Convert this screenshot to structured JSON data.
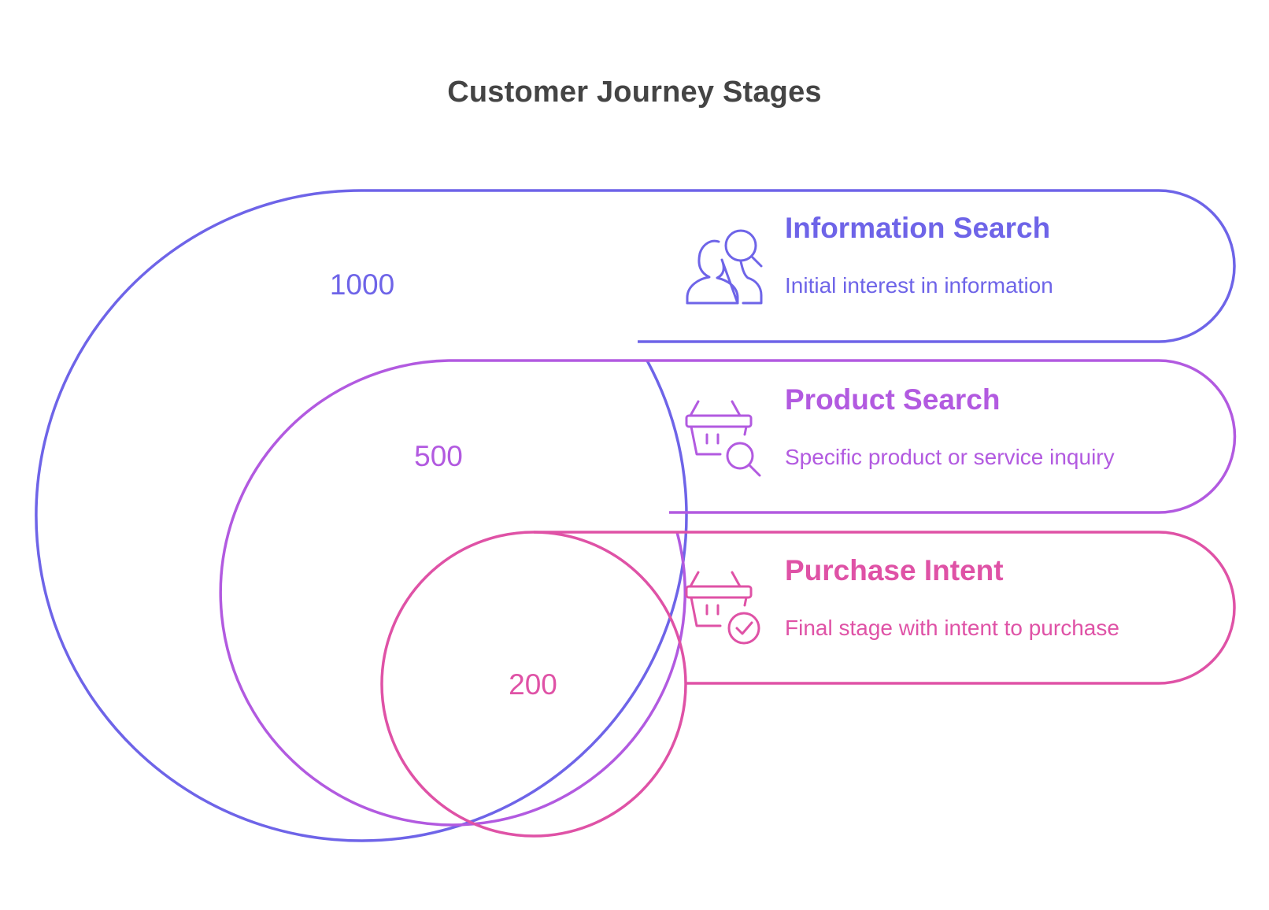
{
  "title": "Customer Journey Stages",
  "colors": {
    "stage1": "#6e64e8",
    "stage2": "#b25ae0",
    "stage3": "#df52a6"
  },
  "stages": [
    {
      "name": "Information Search",
      "description": "Initial interest in information",
      "count": "1000",
      "icon": "people-search-icon"
    },
    {
      "name": "Product Search",
      "description": "Specific product or service inquiry",
      "count": "500",
      "icon": "basket-search-icon"
    },
    {
      "name": "Purchase Intent",
      "description": "Final stage with intent to purchase",
      "count": "200",
      "icon": "basket-check-icon"
    }
  ]
}
